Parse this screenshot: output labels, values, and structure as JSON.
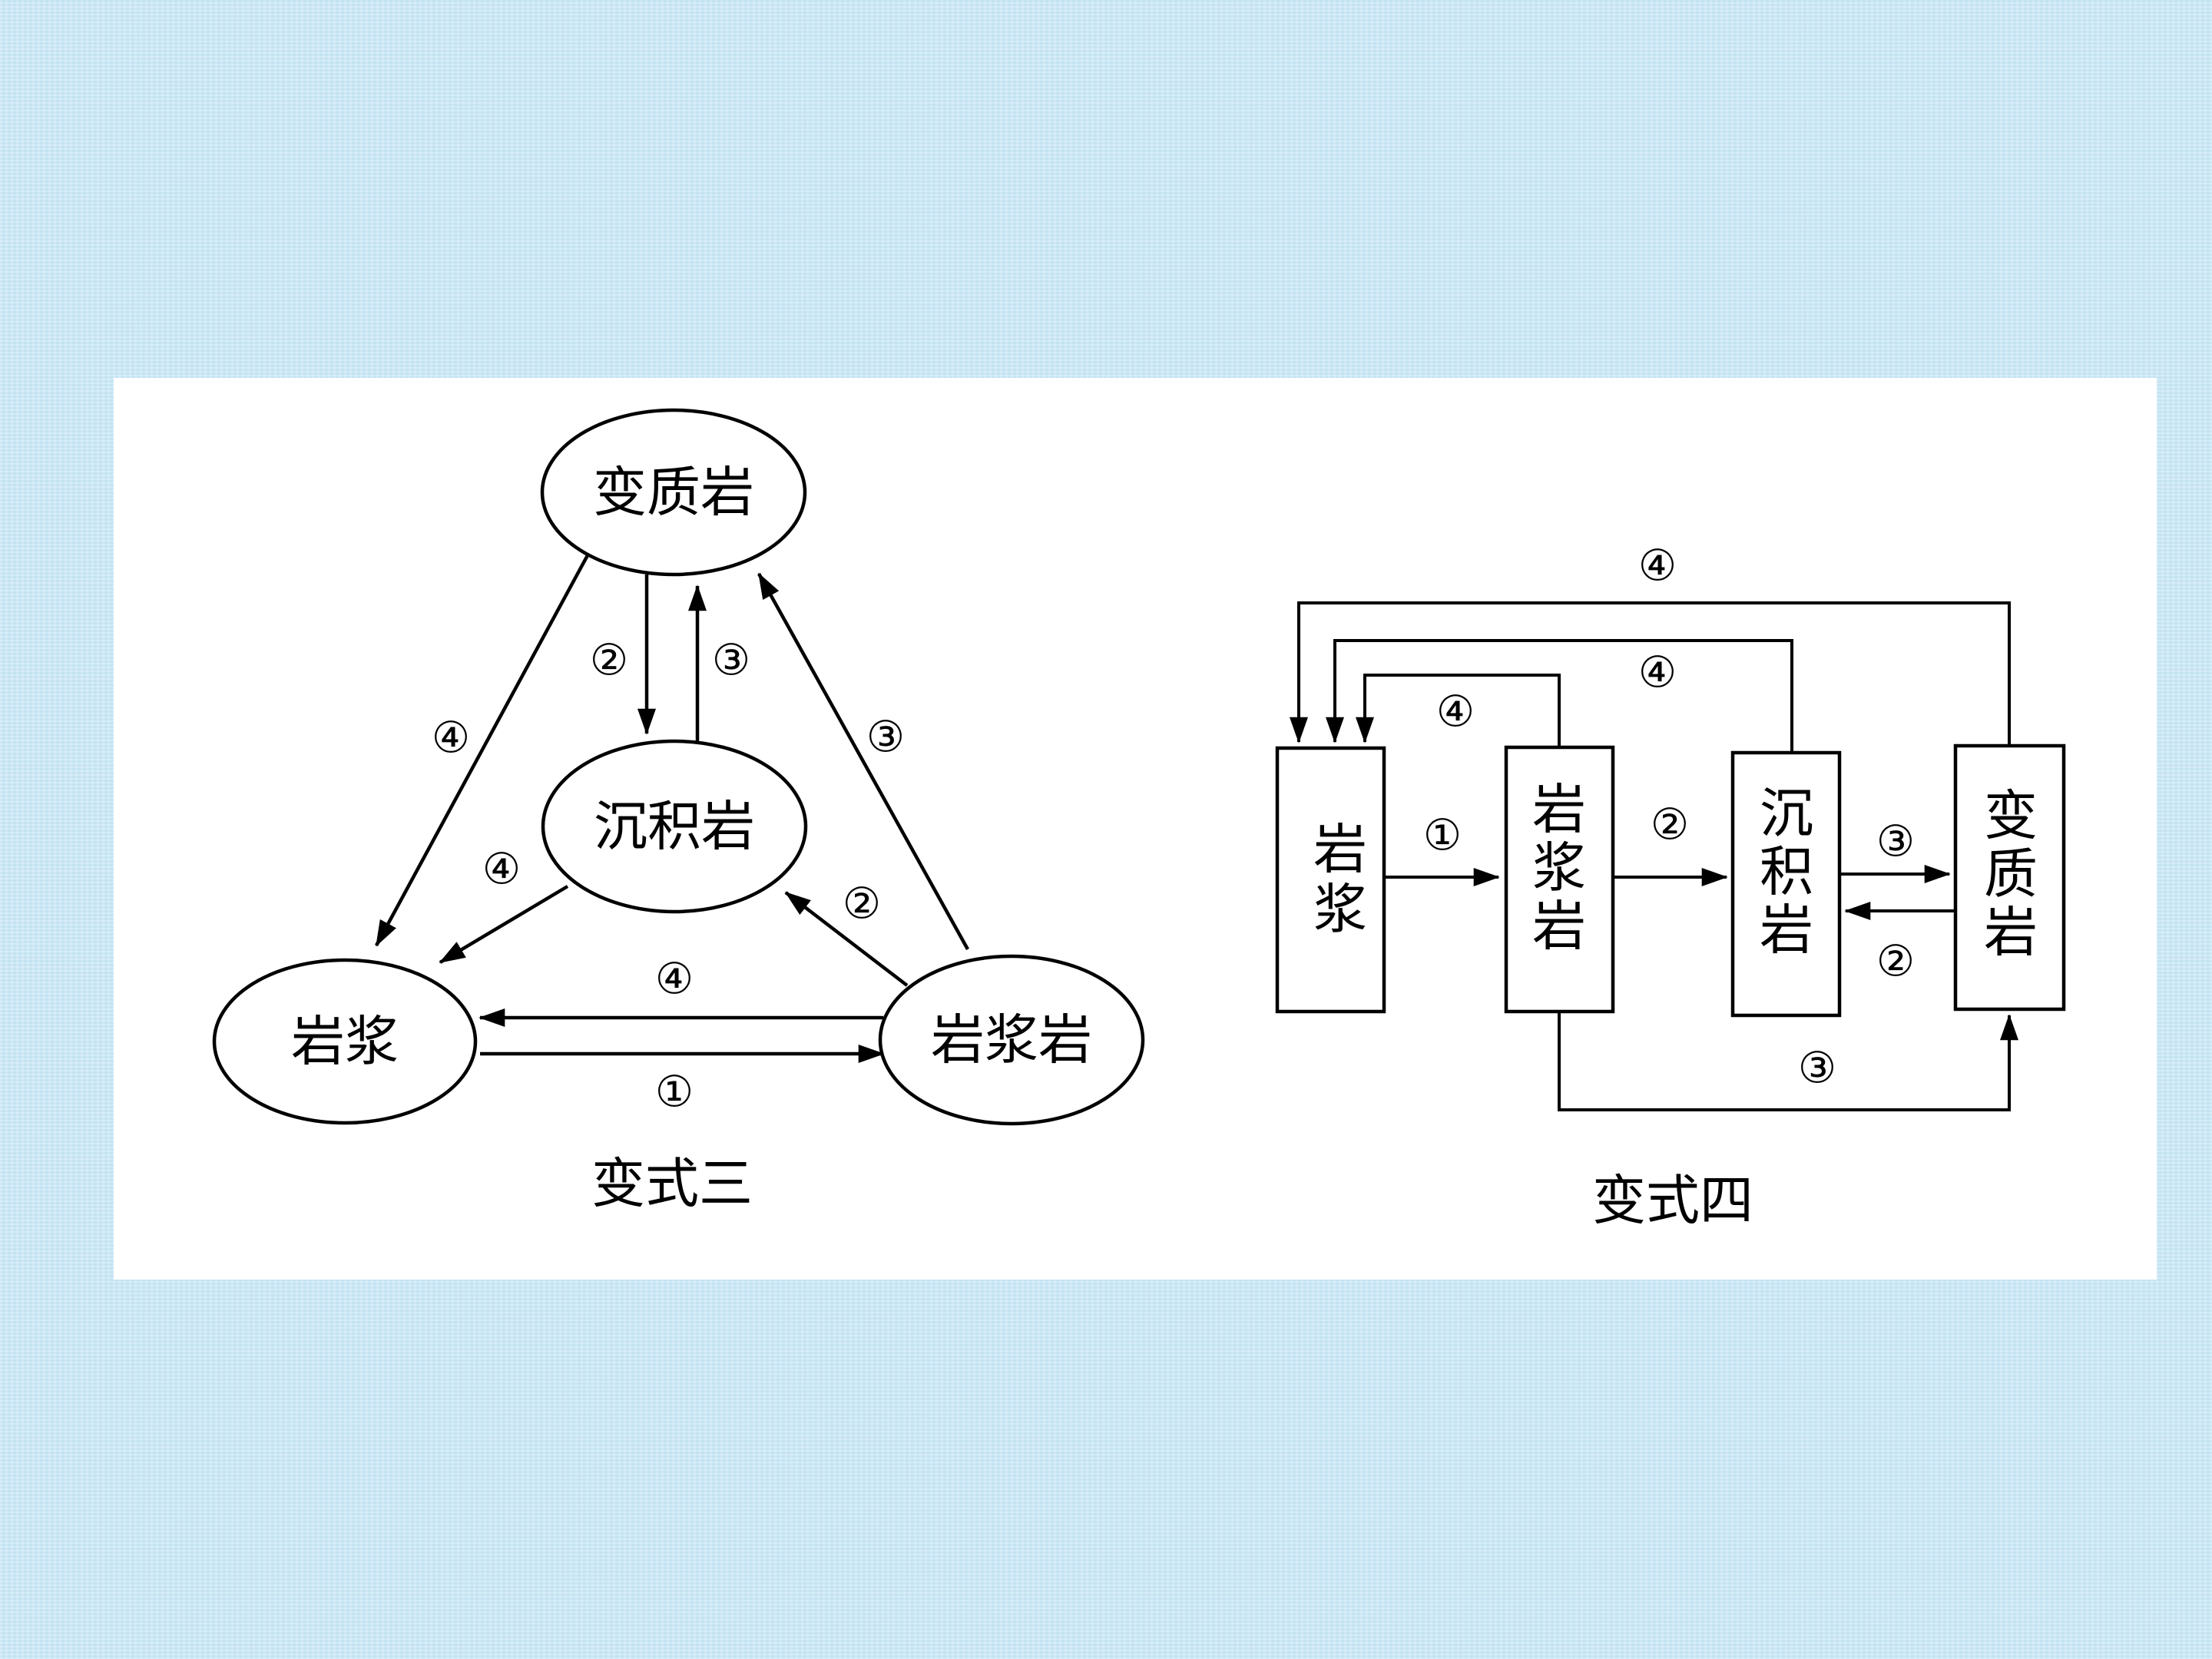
{
  "variant3": {
    "caption": "变式三",
    "nodes": {
      "metamorphic": "变质岩",
      "sedimentary": "沉积岩",
      "magma": "岩浆",
      "igneous": "岩浆岩"
    },
    "labels": {
      "meta_to_sed": "②",
      "sed_to_meta": "③",
      "meta_to_magma": "④",
      "igneous_to_meta": "③",
      "sed_to_magma": "④",
      "igneous_to_sed": "②",
      "igneous_to_magma": "④",
      "magma_to_igneous": "①"
    }
  },
  "variant4": {
    "caption": "变式四",
    "nodes": {
      "magma": [
        "岩",
        "浆"
      ],
      "igneous": [
        "岩",
        "浆",
        "岩"
      ],
      "sedimentary": [
        "沉",
        "积",
        "岩"
      ],
      "metamorphic": [
        "变",
        "质",
        "岩"
      ]
    },
    "labels": {
      "magma_to_igneous": "①",
      "igneous_to_sed": "②",
      "sed_to_meta": "③",
      "meta_to_sed": "②",
      "igneous_to_meta": "③",
      "meta_to_magma": "④",
      "sed_to_magma": "④",
      "igneous_to_magma": "④"
    }
  }
}
